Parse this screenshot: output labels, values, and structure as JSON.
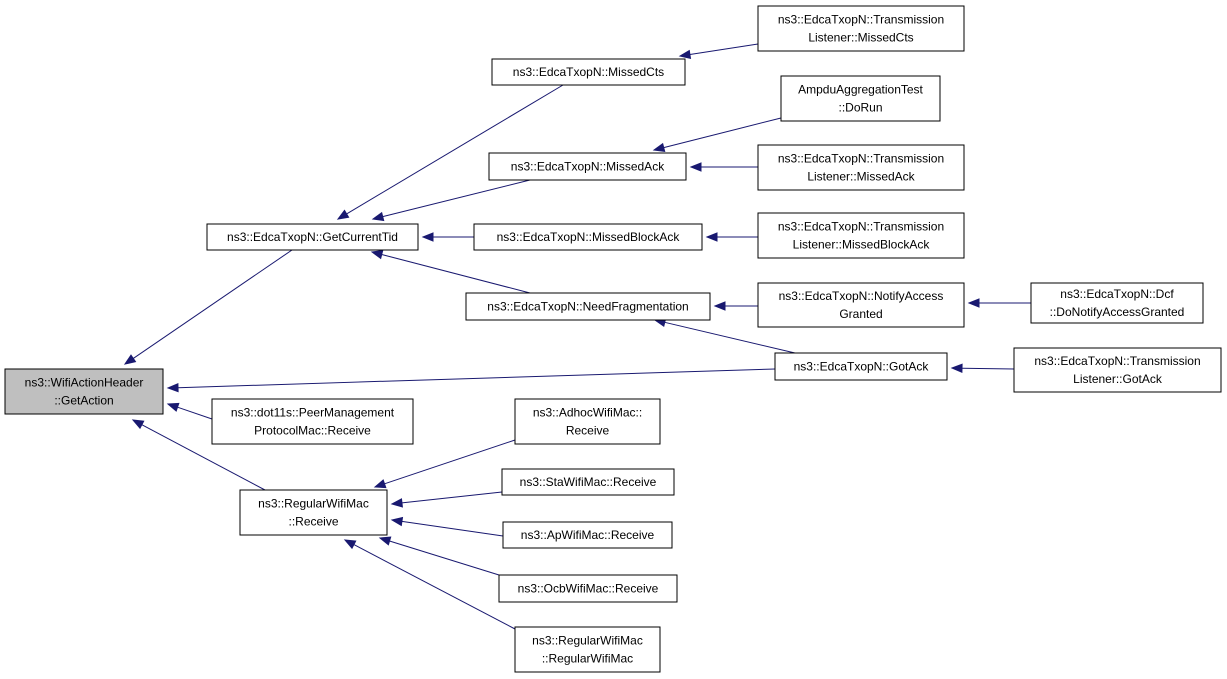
{
  "colors": {
    "edge": "#191970",
    "root_fill": "#bfbfbf",
    "node_fill": "#ffffff",
    "node_stroke": "#000000"
  },
  "nodes": [
    {
      "id": "getaction",
      "lines": [
        "ns3::WifiActionHeader",
        "::GetAction"
      ],
      "root": true
    },
    {
      "id": "getcurrenttid",
      "lines": [
        "ns3::EdcaTxopN::GetCurrentTid"
      ]
    },
    {
      "id": "peermgmt",
      "lines": [
        "ns3::dot11s::PeerManagement",
        "ProtocolMac::Receive"
      ]
    },
    {
      "id": "regularreceive",
      "lines": [
        "ns3::RegularWifiMac",
        "::Receive"
      ]
    },
    {
      "id": "missedcts",
      "lines": [
        "ns3::EdcaTxopN::MissedCts"
      ]
    },
    {
      "id": "missedack",
      "lines": [
        "ns3::EdcaTxopN::MissedAck"
      ]
    },
    {
      "id": "missedblockack",
      "lines": [
        "ns3::EdcaTxopN::MissedBlockAck"
      ]
    },
    {
      "id": "needfrag",
      "lines": [
        "ns3::EdcaTxopN::NeedFragmentation"
      ]
    },
    {
      "id": "gotack",
      "lines": [
        "ns3::EdcaTxopN::GotAck"
      ]
    },
    {
      "id": "tl_missedcts",
      "lines": [
        "ns3::EdcaTxopN::Transmission",
        "Listener::MissedCts"
      ]
    },
    {
      "id": "ampdu",
      "lines": [
        "AmpduAggregationTest",
        "::DoRun"
      ]
    },
    {
      "id": "tl_missedack",
      "lines": [
        "ns3::EdcaTxopN::Transmission",
        "Listener::MissedAck"
      ]
    },
    {
      "id": "tl_missedblockack",
      "lines": [
        "ns3::EdcaTxopN::Transmission",
        "Listener::MissedBlockAck"
      ]
    },
    {
      "id": "notifyaccess",
      "lines": [
        "ns3::EdcaTxopN::NotifyAccess",
        "Granted"
      ]
    },
    {
      "id": "dcf",
      "lines": [
        "ns3::EdcaTxopN::Dcf",
        "::DoNotifyAccessGranted"
      ]
    },
    {
      "id": "tl_gotack",
      "lines": [
        "ns3::EdcaTxopN::Transmission",
        "Listener::GotAck"
      ]
    },
    {
      "id": "adhoc",
      "lines": [
        "ns3::AdhocWifiMac::",
        "Receive"
      ]
    },
    {
      "id": "sta",
      "lines": [
        "ns3::StaWifiMac::Receive"
      ]
    },
    {
      "id": "ap",
      "lines": [
        "ns3::ApWifiMac::Receive"
      ]
    },
    {
      "id": "ocb",
      "lines": [
        "ns3::OcbWifiMac::Receive"
      ]
    },
    {
      "id": "regularctor",
      "lines": [
        "ns3::RegularWifiMac",
        "::RegularWifiMac"
      ]
    }
  ],
  "edges": [
    {
      "from": "getcurrenttid",
      "to": "getaction"
    },
    {
      "from": "peermgmt",
      "to": "getaction"
    },
    {
      "from": "regularreceive",
      "to": "getaction"
    },
    {
      "from": "gotack",
      "to": "getaction"
    },
    {
      "from": "missedcts",
      "to": "getcurrenttid"
    },
    {
      "from": "missedack",
      "to": "getcurrenttid"
    },
    {
      "from": "missedblockack",
      "to": "getcurrenttid"
    },
    {
      "from": "needfrag",
      "to": "getcurrenttid"
    },
    {
      "from": "tl_missedcts",
      "to": "missedcts"
    },
    {
      "from": "ampdu",
      "to": "missedack"
    },
    {
      "from": "tl_missedack",
      "to": "missedack"
    },
    {
      "from": "tl_missedblockack",
      "to": "missedblockack"
    },
    {
      "from": "notifyaccess",
      "to": "needfrag"
    },
    {
      "from": "gotack",
      "to": "needfrag"
    },
    {
      "from": "dcf",
      "to": "notifyaccess"
    },
    {
      "from": "tl_gotack",
      "to": "gotack"
    },
    {
      "from": "adhoc",
      "to": "regularreceive"
    },
    {
      "from": "sta",
      "to": "regularreceive"
    },
    {
      "from": "ap",
      "to": "regularreceive"
    },
    {
      "from": "ocb",
      "to": "regularreceive"
    },
    {
      "from": "regularctor",
      "to": "regularreceive"
    }
  ]
}
